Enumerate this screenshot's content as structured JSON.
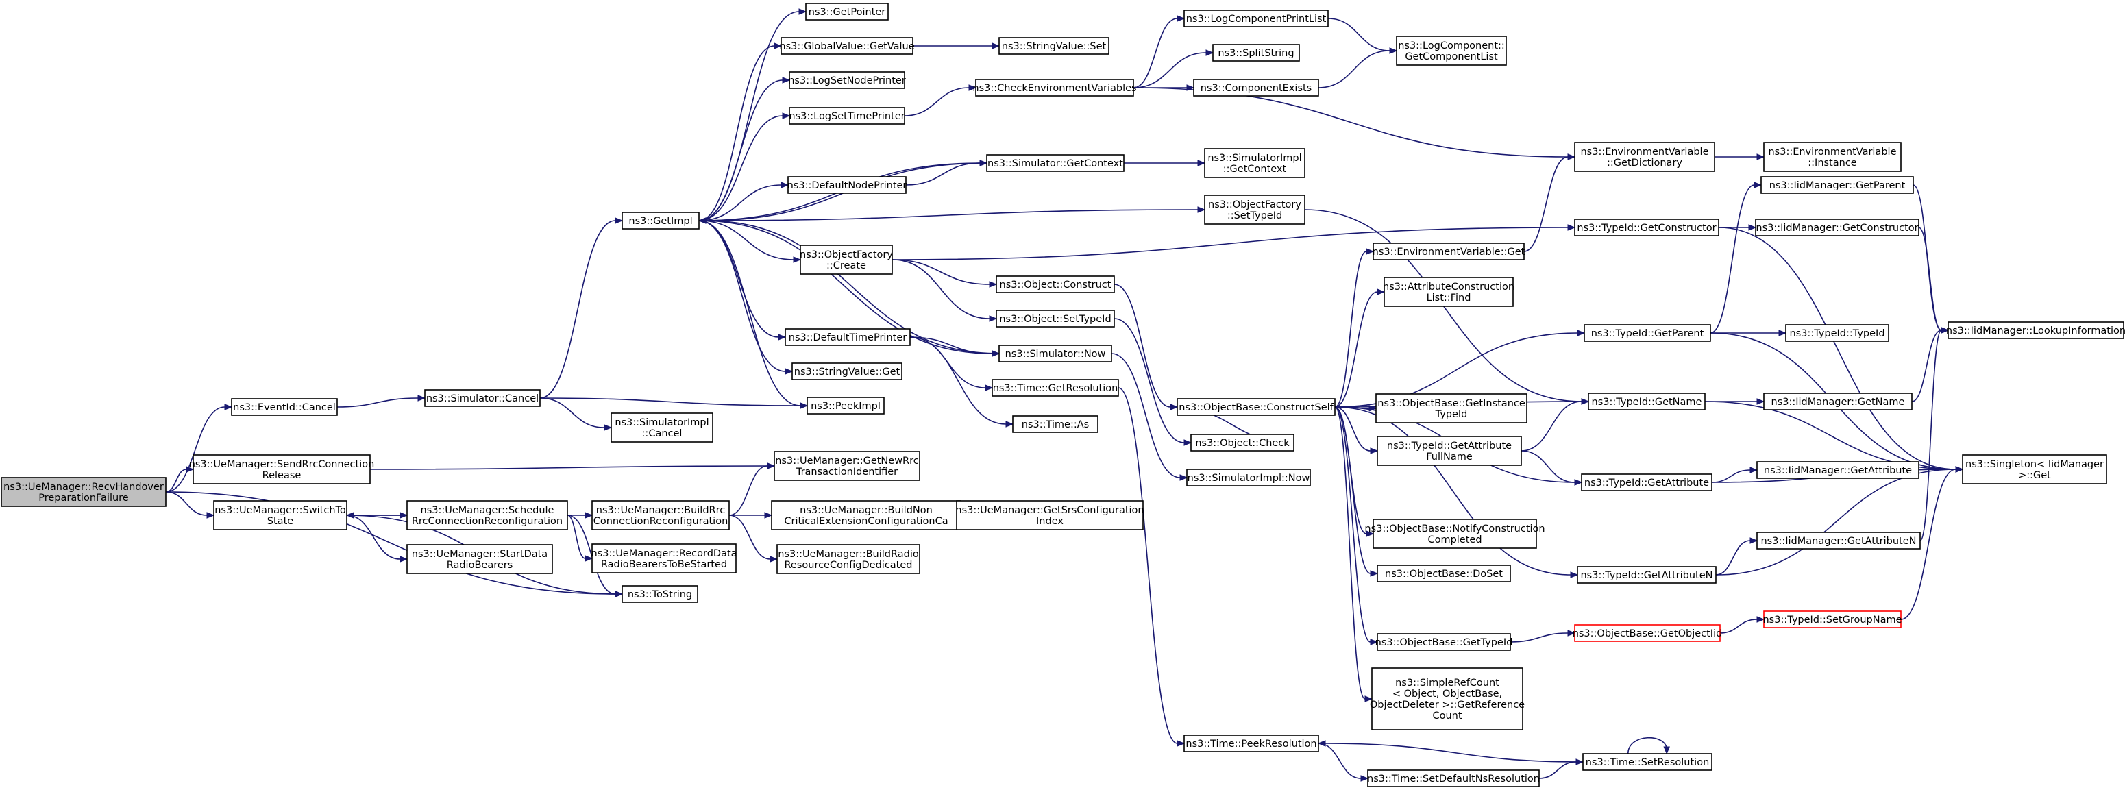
{
  "graph": {
    "nodes": [
      {
        "id": "recv",
        "lines": [
          "ns3::UeManager::RecvHandover",
          "PreparationFailure"
        ],
        "style": "root"
      },
      {
        "id": "eventcancel",
        "lines": [
          "ns3::EventId::Cancel"
        ]
      },
      {
        "id": "sendrrc",
        "lines": [
          "ns3::UeManager::SendRrcConnection",
          "Release"
        ]
      },
      {
        "id": "switchto",
        "lines": [
          "ns3::UeManager::SwitchTo",
          "State"
        ]
      },
      {
        "id": "simcancel",
        "lines": [
          "ns3::Simulator::Cancel"
        ]
      },
      {
        "id": "schedule",
        "lines": [
          "ns3::UeManager::Schedule",
          "RrcConnectionReconfiguration"
        ]
      },
      {
        "id": "startdata",
        "lines": [
          "ns3::UeManager::StartData",
          "RadioBearers"
        ]
      },
      {
        "id": "tostring",
        "lines": [
          "ns3::ToString"
        ]
      },
      {
        "id": "getimpl",
        "lines": [
          "ns3::GetImpl"
        ]
      },
      {
        "id": "simimplcancel",
        "lines": [
          "ns3::SimulatorImpl",
          "::Cancel"
        ]
      },
      {
        "id": "peekimpl",
        "lines": [
          "ns3::PeekImpl"
        ]
      },
      {
        "id": "buildrrc",
        "lines": [
          "ns3::UeManager::BuildRrc",
          "ConnectionReconfiguration"
        ]
      },
      {
        "id": "recorddata",
        "lines": [
          "ns3::UeManager::RecordData",
          "RadioBearersToBeStarted"
        ]
      },
      {
        "id": "getnewrrc",
        "lines": [
          "ns3::UeManager::GetNewRrc",
          "TransactionIdentifier"
        ]
      },
      {
        "id": "buildnon",
        "lines": [
          "ns3::UeManager::BuildNon",
          "CriticalExtensionConfigurationCa"
        ]
      },
      {
        "id": "buildradio",
        "lines": [
          "ns3::UeManager::BuildRadio",
          "ResourceConfigDedicated"
        ]
      },
      {
        "id": "getsrs",
        "lines": [
          "ns3::UeManager::GetSrsConfiguration",
          "Index"
        ]
      },
      {
        "id": "getpointer",
        "lines": [
          "ns3::GetPointer"
        ]
      },
      {
        "id": "gvgetvalue",
        "lines": [
          "ns3::GlobalValue::GetValue"
        ]
      },
      {
        "id": "logsetnode",
        "lines": [
          "ns3::LogSetNodePrinter"
        ]
      },
      {
        "id": "logsettime",
        "lines": [
          "ns3::LogSetTimePrinter"
        ]
      },
      {
        "id": "defnodeprinter",
        "lines": [
          "ns3::DefaultNodePrinter"
        ]
      },
      {
        "id": "ofcreate",
        "lines": [
          "ns3::ObjectFactory",
          "::Create"
        ]
      },
      {
        "id": "deftimeprinter",
        "lines": [
          "ns3::DefaultTimePrinter"
        ]
      },
      {
        "id": "svget",
        "lines": [
          "ns3::StringValue::Get"
        ]
      },
      {
        "id": "svset",
        "lines": [
          "ns3::StringValue::Set"
        ]
      },
      {
        "id": "checkenv",
        "lines": [
          "ns3::CheckEnvironmentVariables"
        ]
      },
      {
        "id": "simgetctx",
        "lines": [
          "ns3::Simulator::GetContext"
        ]
      },
      {
        "id": "objconstruct",
        "lines": [
          "ns3::Object::Construct"
        ]
      },
      {
        "id": "objsettypeid",
        "lines": [
          "ns3::Object::SetTypeId"
        ]
      },
      {
        "id": "simnow",
        "lines": [
          "ns3::Simulator::Now"
        ]
      },
      {
        "id": "timegetres",
        "lines": [
          "ns3::Time::GetResolution"
        ]
      },
      {
        "id": "timeas",
        "lines": [
          "ns3::Time::As"
        ]
      },
      {
        "id": "logcompprint",
        "lines": [
          "ns3::LogComponentPrintList"
        ]
      },
      {
        "id": "splitstring",
        "lines": [
          "ns3::SplitString"
        ]
      },
      {
        "id": "compexists",
        "lines": [
          "ns3::ComponentExists"
        ]
      },
      {
        "id": "simimplgetctx",
        "lines": [
          "ns3::SimulatorImpl",
          "::GetContext"
        ]
      },
      {
        "id": "ofsettypeid",
        "lines": [
          "ns3::ObjectFactory",
          "::SetTypeId"
        ]
      },
      {
        "id": "envget",
        "lines": [
          "ns3::EnvironmentVariable::Get"
        ]
      },
      {
        "id": "attrfind",
        "lines": [
          "ns3::AttributeConstruction",
          "List::Find"
        ]
      },
      {
        "id": "constructself",
        "lines": [
          "ns3::ObjectBase::ConstructSelf"
        ]
      },
      {
        "id": "objcheck",
        "lines": [
          "ns3::Object::Check"
        ]
      },
      {
        "id": "simimplnow",
        "lines": [
          "ns3::SimulatorImpl::Now"
        ]
      },
      {
        "id": "timepeekres",
        "lines": [
          "ns3::Time::PeekResolution"
        ]
      },
      {
        "id": "logcompgetlist",
        "lines": [
          "ns3::LogComponent::",
          "GetComponentList"
        ]
      },
      {
        "id": "envgetdict",
        "lines": [
          "ns3::EnvironmentVariable",
          "::GetDictionary"
        ]
      },
      {
        "id": "envinstance",
        "lines": [
          "ns3::EnvironmentVariable",
          "::Instance"
        ]
      },
      {
        "id": "obgetinstance",
        "lines": [
          "ns3::ObjectBase::GetInstance",
          "TypeId"
        ]
      },
      {
        "id": "tidgetattrfull",
        "lines": [
          "ns3::TypeId::GetAttribute",
          "FullName"
        ]
      },
      {
        "id": "obnotify",
        "lines": [
          "ns3::ObjectBase::NotifyConstruction",
          "Completed"
        ]
      },
      {
        "id": "obdoset",
        "lines": [
          "ns3::ObjectBase::DoSet"
        ]
      },
      {
        "id": "obgettypeid",
        "lines": [
          "ns3::ObjectBase::GetTypeId"
        ]
      },
      {
        "id": "simplerefcount",
        "lines": [
          "ns3::SimpleRefCount",
          "< Object, ObjectBase,",
          "ObjectDeleter >::GetReference",
          "Count"
        ]
      },
      {
        "id": "timesetdefault",
        "lines": [
          "ns3::Time::SetDefaultNsResolution"
        ]
      },
      {
        "id": "tidgetctor",
        "lines": [
          "ns3::TypeId::GetConstructor"
        ]
      },
      {
        "id": "tidgetparent",
        "lines": [
          "ns3::TypeId::GetParent"
        ]
      },
      {
        "id": "tidgetname",
        "lines": [
          "ns3::TypeId::GetName"
        ]
      },
      {
        "id": "tidgetattr",
        "lines": [
          "ns3::TypeId::GetAttribute"
        ]
      },
      {
        "id": "tidgetattrn",
        "lines": [
          "ns3::TypeId::GetAttributeN"
        ]
      },
      {
        "id": "obgetobjtid",
        "lines": [
          "ns3::ObjectBase::GetObjectIid"
        ],
        "style": "trunc"
      },
      {
        "id": "timesetres",
        "lines": [
          "ns3::Time::SetResolution"
        ]
      },
      {
        "id": "iidgetctor",
        "lines": [
          "ns3::IidManager::GetConstructor"
        ]
      },
      {
        "id": "iidgetparent",
        "lines": [
          "ns3::IidManager::GetParent"
        ]
      },
      {
        "id": "tidtypeid",
        "lines": [
          "ns3::TypeId::TypeId"
        ]
      },
      {
        "id": "iidgetname",
        "lines": [
          "ns3::IidManager::GetName"
        ]
      },
      {
        "id": "iidgetattr",
        "lines": [
          "ns3::IidManager::GetAttribute"
        ]
      },
      {
        "id": "iidgetattrn",
        "lines": [
          "ns3::IidManager::GetAttributeN"
        ]
      },
      {
        "id": "tidsetgroup",
        "lines": [
          "ns3::TypeId::SetGroupName"
        ],
        "style": "trunc"
      },
      {
        "id": "iidlookup",
        "lines": [
          "ns3::IidManager::LookupInformation"
        ]
      },
      {
        "id": "singleton",
        "lines": [
          "ns3::Singleton< IidManager",
          ">::Get"
        ]
      }
    ],
    "edges": [
      [
        "recv",
        "eventcancel"
      ],
      [
        "recv",
        "sendrrc"
      ],
      [
        "recv",
        "switchto"
      ],
      [
        "recv",
        "tostring"
      ],
      [
        "eventcancel",
        "simcancel"
      ],
      [
        "sendrrc",
        "getnewrrc"
      ],
      [
        "switchto",
        "schedule"
      ],
      [
        "switchto",
        "startdata"
      ],
      [
        "switchto",
        "tostring"
      ],
      [
        "simcancel",
        "getimpl"
      ],
      [
        "simcancel",
        "simimplcancel"
      ],
      [
        "simcancel",
        "peekimpl"
      ],
      [
        "schedule",
        "switchto"
      ],
      [
        "schedule",
        "buildrrc"
      ],
      [
        "schedule",
        "recorddata"
      ],
      [
        "schedule",
        "tostring"
      ],
      [
        "buildrrc",
        "getnewrrc"
      ],
      [
        "buildrrc",
        "buildnon"
      ],
      [
        "buildrrc",
        "buildradio"
      ],
      [
        "buildnon",
        "getsrs"
      ],
      [
        "getimpl",
        "getpointer"
      ],
      [
        "getimpl",
        "gvgetvalue"
      ],
      [
        "getimpl",
        "logsetnode"
      ],
      [
        "getimpl",
        "logsettime"
      ],
      [
        "getimpl",
        "simgetctx"
      ],
      [
        "getimpl",
        "defnodeprinter"
      ],
      [
        "getimpl",
        "ofsettypeid"
      ],
      [
        "getimpl",
        "ofcreate"
      ],
      [
        "getimpl",
        "deftimeprinter"
      ],
      [
        "getimpl",
        "simnow"
      ],
      [
        "getimpl",
        "svget"
      ],
      [
        "getimpl",
        "peekimpl"
      ],
      [
        "gvgetvalue",
        "svset"
      ],
      [
        "logsettime",
        "checkenv"
      ],
      [
        "defnodeprinter",
        "simgetctx"
      ],
      [
        "simgetctx",
        "getimpl"
      ],
      [
        "simgetctx",
        "simimplgetctx"
      ],
      [
        "checkenv",
        "logcompprint"
      ],
      [
        "checkenv",
        "splitstring"
      ],
      [
        "checkenv",
        "compexists"
      ],
      [
        "checkenv",
        "envgetdict"
      ],
      [
        "logcompprint",
        "logcompgetlist"
      ],
      [
        "compexists",
        "logcompgetlist"
      ],
      [
        "ofsettypeid",
        "tidgetname"
      ],
      [
        "ofcreate",
        "objconstruct"
      ],
      [
        "ofcreate",
        "objsettypeid"
      ],
      [
        "ofcreate",
        "tidgetctor"
      ],
      [
        "deftimeprinter",
        "simnow"
      ],
      [
        "deftimeprinter",
        "timegetres"
      ],
      [
        "deftimeprinter",
        "timeas"
      ],
      [
        "simnow",
        "getimpl"
      ],
      [
        "simnow",
        "simimplnow"
      ],
      [
        "timegetres",
        "timepeekres"
      ],
      [
        "objconstruct",
        "constructself"
      ],
      [
        "objsettypeid",
        "objcheck"
      ],
      [
        "envget",
        "envgetdict"
      ],
      [
        "envgetdict",
        "envinstance"
      ],
      [
        "constructself",
        "envget"
      ],
      [
        "constructself",
        "attrfind"
      ],
      [
        "constructself",
        "tidgetparent"
      ],
      [
        "constructself",
        "tidgetname"
      ],
      [
        "constructself",
        "obgetinstance"
      ],
      [
        "constructself",
        "tidgetattrfull"
      ],
      [
        "constructself",
        "tidgetattr"
      ],
      [
        "constructself",
        "obnotify"
      ],
      [
        "constructself",
        "obdoset"
      ],
      [
        "constructself",
        "tidgetattrn"
      ],
      [
        "constructself",
        "obgettypeid"
      ],
      [
        "constructself",
        "simplerefcount"
      ],
      [
        "objcheck",
        "constructself"
      ],
      [
        "timepeekres",
        "timesetdefault"
      ],
      [
        "timesetdefault",
        "timesetres"
      ],
      [
        "timesetres",
        "timepeekres"
      ],
      [
        "timesetres",
        "timesetres"
      ],
      [
        "tidgetattrfull",
        "tidgetname"
      ],
      [
        "tidgetattrfull",
        "tidgetattr"
      ],
      [
        "tidgetctor",
        "iidgetctor"
      ],
      [
        "tidgetctor",
        "singleton"
      ],
      [
        "tidgetparent",
        "iidgetparent"
      ],
      [
        "tidgetparent",
        "tidtypeid"
      ],
      [
        "tidgetparent",
        "singleton"
      ],
      [
        "tidgetname",
        "iidgetname"
      ],
      [
        "tidgetname",
        "singleton"
      ],
      [
        "tidgetattr",
        "iidgetattr"
      ],
      [
        "tidgetattr",
        "singleton"
      ],
      [
        "tidgetattrn",
        "iidgetattrn"
      ],
      [
        "tidgetattrn",
        "singleton"
      ],
      [
        "obgettypeid",
        "obgetobjtid"
      ],
      [
        "obgetobjtid",
        "tidsetgroup"
      ],
      [
        "tidsetgroup",
        "singleton"
      ],
      [
        "iidgetctor",
        "iidlookup"
      ],
      [
        "iidgetparent",
        "iidlookup"
      ],
      [
        "iidgetname",
        "iidlookup"
      ],
      [
        "iidgetattrn",
        "iidlookup"
      ]
    ]
  }
}
